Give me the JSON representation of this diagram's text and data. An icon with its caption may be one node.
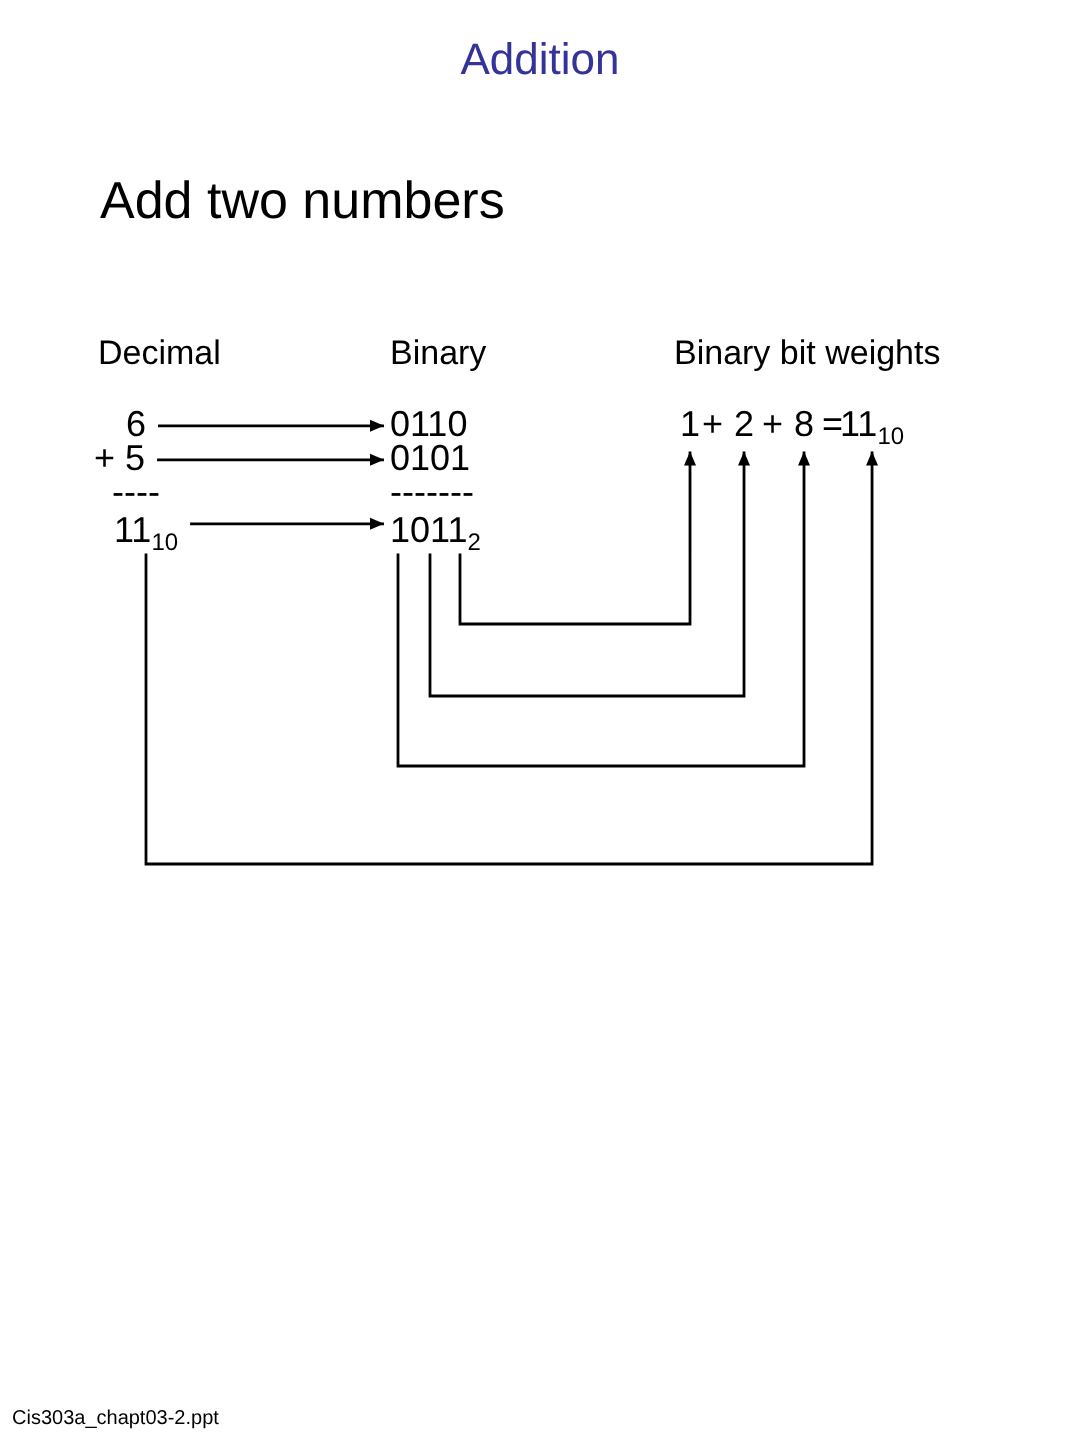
{
  "diagram": {
    "title": "Addition",
    "nodes": [
      {
        "text": [
          "6"
        ]
      },
      {
        "text": [
          "+ 5"
        ]
      },
      {
        "text": [
          "11$_{10}$"
        ]
      },
      {
        "text": [
          "0110"
        ]
      },
      {
        "text": [
          "0101"
        ]
      },
      {
        "text": [
          "1011$_{2}$"
        ]
      },
      {
        "text": [
          "1"
        ]
      },
      {
        "text": [
          "2"
        ]
      },
      {
        "text": [
          "8"
        ]
      },
      {
        "text": [
          "11$_{10}$"
        ]
      }
    ],
    "edges": [
      {
        "from": 0,
        "to": 3,
        "arrow": "to"
      },
      {
        "from": 1,
        "to": 4,
        "arrow": "to"
      },
      {
        "from": 2,
        "to": 5,
        "arrow": "to"
      },
      {
        "from": 5,
        "to": 6,
        "arrow": "to"
      },
      {
        "from": 5,
        "to": 7,
        "arrow": "to"
      },
      {
        "from": 5,
        "to": 8,
        "arrow": "to"
      },
      {
        "from": 2,
        "to": 9,
        "arrow": "to"
      }
    ],
    "labels": [
      "Add two numbers",
      "Decimal",
      "Binary",
      "Binary bit weights",
      "+",
      "+",
      "=",
      "----",
      "-------",
      "Cis303a_chapt03-2.ppt"
    ]
  }
}
